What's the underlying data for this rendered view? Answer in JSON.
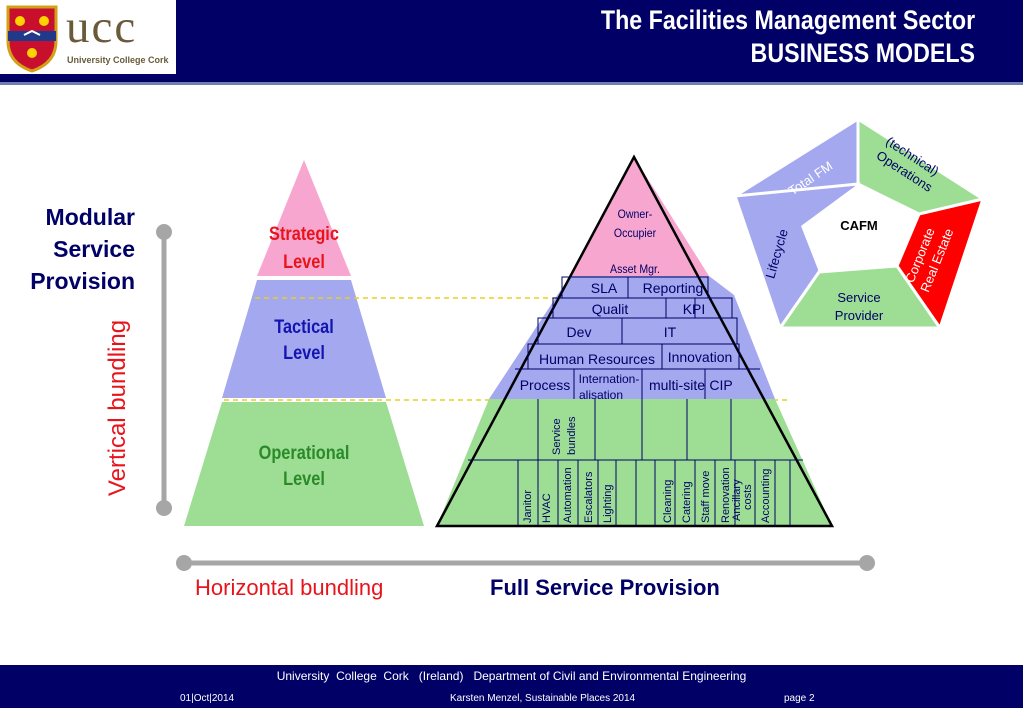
{
  "header": {
    "logo_text": "ucc",
    "logo_subtitle": "University College Cork",
    "title_line1": "The Facilities Management Sector",
    "title_line2": "BUSINESS MODELS"
  },
  "left": {
    "modular_line1": "Modular",
    "modular_line2": "Service",
    "modular_line3": "Provision",
    "vertical_bundling": "Vertical bundling",
    "horizontal_bundling": "Horizontal bundling",
    "strategic_line1": "Strategic",
    "strategic_line2": "Level",
    "tactical_line1": "Tactical",
    "tactical_line2": "Level",
    "operational_line1": "Operational",
    "operational_line2": "Level"
  },
  "right": {
    "full_service": "Full Service Provision",
    "owner_line1": "Owner-",
    "owner_line2": "Occupier",
    "asset_mgr": "Asset Mgr.",
    "sla": "SLA",
    "reporting": "Reporting",
    "quality": "Qualit",
    "kpi": "KPI",
    "dev": "Dev",
    "it": "IT",
    "human_resources": "Human Resources",
    "innovation": "Innovation",
    "process": "Process",
    "intl_line1": "Internation-",
    "intl_line2": "alisation",
    "multi_site": "multi-site",
    "cip": "CIP",
    "service_line1": "Service",
    "service_line2": "bundles",
    "services": [
      "Janitor",
      "HVAC",
      "Automation",
      "Escalators",
      "Lighting",
      "Cleaning",
      "Catering",
      "Staff move",
      "Renovation",
      "Ancillary",
      "costs",
      "Accounting"
    ]
  },
  "pentagon": {
    "center": "CAFM",
    "total_fm": "Total FM",
    "technical_line1": "(technical)",
    "technical_line2": "Operations",
    "corporate_line1": "Corporate",
    "corporate_line2": "Real Estate",
    "service_line1": "Service",
    "service_line2": "Provider",
    "lifecycle": "Lifecycle"
  },
  "footer": {
    "line1": "University  College  Cork   (Ireland)   Department of Civil and Environmental Engineering",
    "date": "01|Oct|2014",
    "author": "Karsten Menzel, Sustainable Places 2014",
    "page": "page 2"
  },
  "colors": {
    "navy": "#000066",
    "pink": "#f7a7cf",
    "lavender": "#a3a8ef",
    "green": "#9ede94",
    "red": "#ff0000",
    "accent_red": "#e8141c",
    "tactical_blue": "#1414b0",
    "operational_green": "#2a8a2a"
  }
}
